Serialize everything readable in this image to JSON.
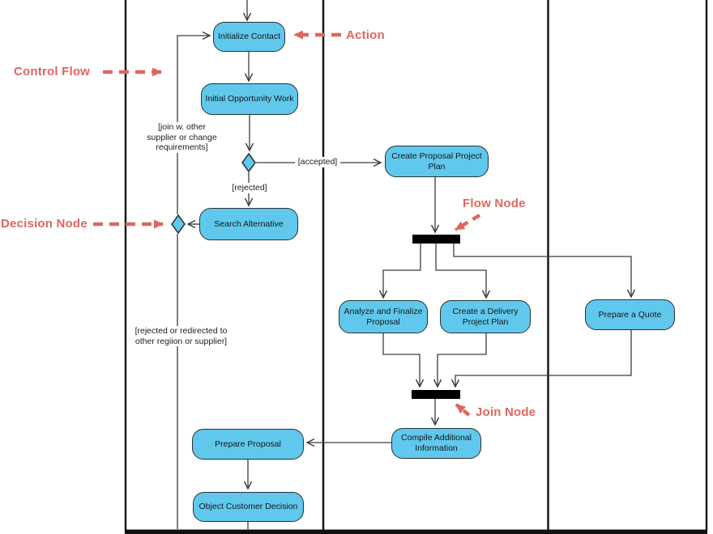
{
  "diagram_type": "uml-activity-diagram",
  "colors": {
    "node_fill": "#5FC8EC",
    "node_border": "#2B3135",
    "annotation_red": "#DD675F",
    "edge_line": "#3C3C3C",
    "lane_line": "#111111",
    "bar_fill": "#000000"
  },
  "nodes": [
    {
      "id": "initialize-contact",
      "label": "Initialize Contact"
    },
    {
      "id": "initial-opportunity-work",
      "label": "Initial Opportunity Work"
    },
    {
      "id": "create-proposal-project-plan",
      "label": "Create Proposal Project Plan"
    },
    {
      "id": "search-alternative",
      "label": "Search Alternative"
    },
    {
      "id": "analyze-and-finalize-proposal",
      "label": "Analyze and Finalize Proposal"
    },
    {
      "id": "create-a-delivery-project-plan",
      "label": "Create a Delivery Project Plan"
    },
    {
      "id": "prepare-a-quote",
      "label": "Prepare a Quote"
    },
    {
      "id": "compile-additional-information",
      "label": "Compile Additional Information"
    },
    {
      "id": "prepare-proposal",
      "label": "Prepare Proposal"
    },
    {
      "id": "object-customer-decision",
      "label": "Object Customer Decision"
    }
  ],
  "guards": {
    "join_other": "[join w. other supplier or change requirements]",
    "accepted": "[accepted]",
    "rejected": "[rejected]",
    "rejected_redirected": "[rejected or redirected to other regiion or supplier]"
  },
  "annotations": {
    "control_flow": "Control Flow",
    "action": "Action",
    "decision_node": "Decision Node",
    "flow_node": "Flow Node",
    "join_node": "Join Node"
  }
}
